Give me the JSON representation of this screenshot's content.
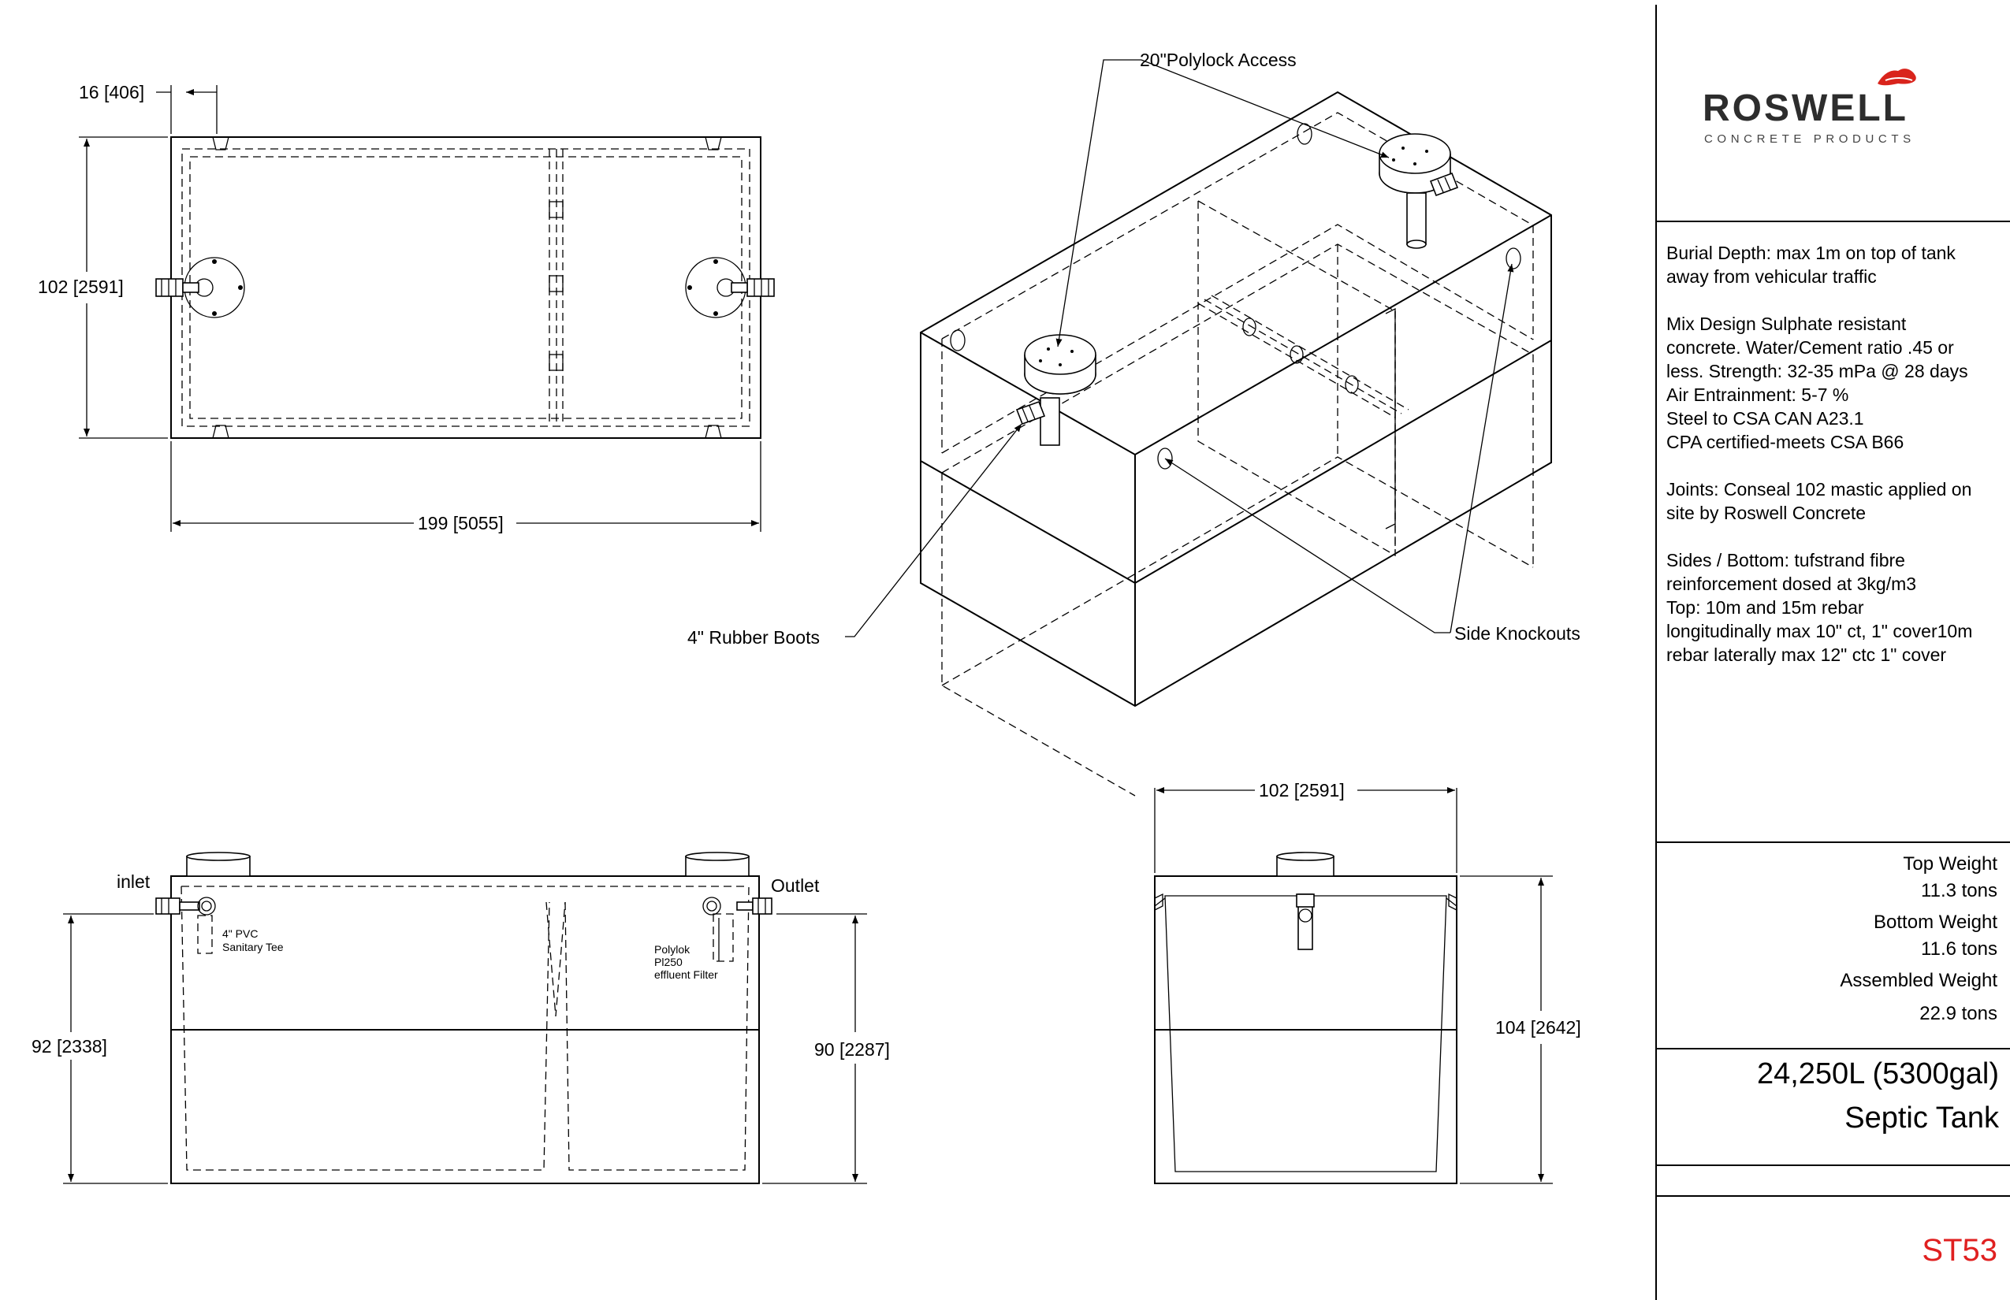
{
  "drawing": {
    "top_view": {
      "dim_wall": "16 [406]",
      "dim_width": "102 [2591]",
      "dim_length": "199 [5055]"
    },
    "iso_view": {
      "label_access": "20\"Polylock Access",
      "label_boots": "4\" Rubber Boots",
      "label_knockouts": "Side Knockouts"
    },
    "side_view": {
      "inlet_label": "inlet",
      "outlet_label": "Outlet",
      "tee_label": [
        "4\" PVC",
        "Sanitary Tee"
      ],
      "filter_label": [
        "Polylok",
        "Pl250",
        "effluent Filter"
      ],
      "dim_inlet_height": "92 [2338]",
      "dim_outlet_height": "90 [2287]"
    },
    "end_view": {
      "dim_width": "102 [2591]",
      "dim_height": "104 [2642]"
    }
  },
  "sidebar": {
    "logo": {
      "wordmark": "ROSWELL",
      "subtitle": "CONCRETE PRODUCTS",
      "brand_color": "#d9241c"
    },
    "notes": [
      [
        "Burial Depth: max 1m on top of tank",
        "away from vehicular traffic"
      ],
      [
        "Mix Design Sulphate resistant",
        "concrete. Water/Cement ratio .45 or",
        "less. Strength: 32-35 mPa @ 28 days",
        "Air Entrainment: 5-7 %",
        "Steel to CSA CAN A23.1",
        "CPA certified-meets CSA B66"
      ],
      [
        "Joints: Conseal 102 mastic applied on",
        "site by Roswell Concrete"
      ],
      [
        "Sides / Bottom: tufstrand fibre",
        "reinforcement dosed at 3kg/m3",
        "Top: 10m and 15m rebar",
        "longitudinally max 10\" ct, 1\" cover10m",
        "rebar laterally max 12\" ctc 1\" cover"
      ]
    ],
    "weights": [
      {
        "label": "Top Weight",
        "value": "11.3 tons"
      },
      {
        "label": "Bottom Weight",
        "value": "11.6 tons"
      },
      {
        "label": "Assembled Weight",
        "value": "22.9 tons"
      }
    ],
    "capacity": "24,250L (5300gal)",
    "product": "Septic Tank",
    "drawing_number": "ST53",
    "drawing_number_color": "#e02020"
  }
}
